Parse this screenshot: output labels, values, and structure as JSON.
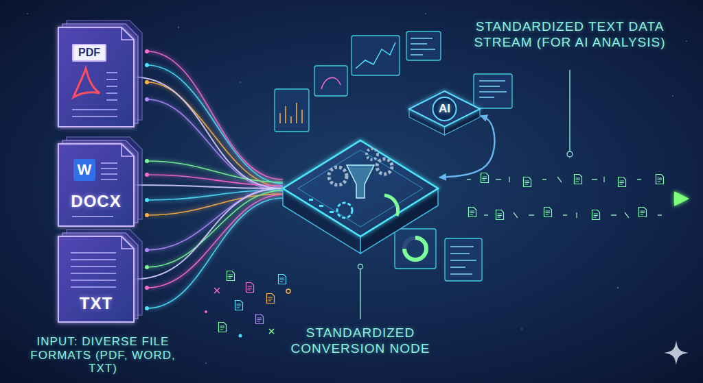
{
  "diagram": {
    "nodes": [
      {
        "text": [
          "PDF"
        ]
      },
      {
        "text": [
          "W",
          "DOCX"
        ]
      },
      {
        "text": [
          "TXT"
        ]
      },
      {
        "text": [
          "STANDARDIZED CONVERSION NODE"
        ]
      },
      {
        "text": [
          "AI"
        ]
      }
    ],
    "edges": [
      {
        "from": 0,
        "to": 3,
        "arrow": "none"
      },
      {
        "from": 1,
        "to": 3,
        "arrow": "none"
      },
      {
        "from": 2,
        "to": 3,
        "arrow": "none"
      },
      {
        "from": 4,
        "to": 3,
        "arrow": "both"
      }
    ],
    "labels": [
      "INPUT: DIVERSE FILE FORMATS (PDF, WORD, TXT)",
      "STANDARDIZED TEXT DATA STREAM (FOR AI ANALYSIS)"
    ]
  }
}
